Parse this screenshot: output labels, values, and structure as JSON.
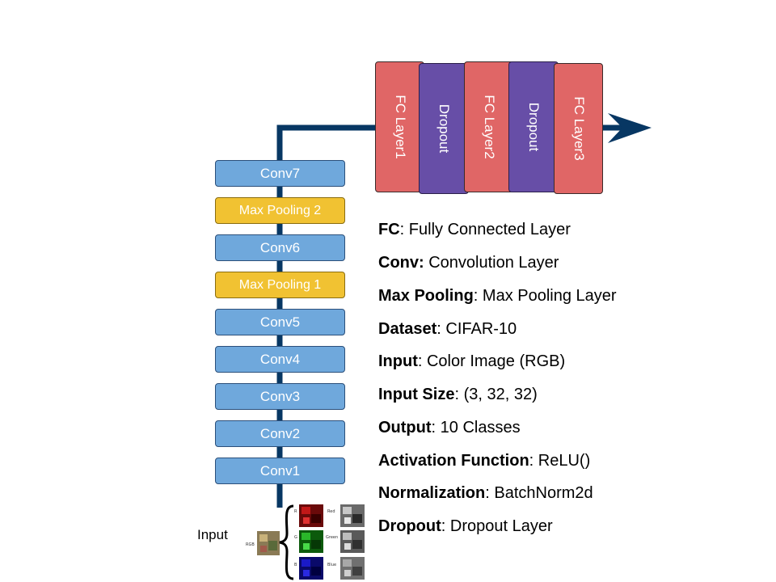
{
  "diagram": {
    "conv_stack": [
      {
        "label": "Conv7",
        "kind": "conv"
      },
      {
        "label": "Max Pooling 2",
        "kind": "pool"
      },
      {
        "label": "Conv6",
        "kind": "conv"
      },
      {
        "label": "Max Pooling 1",
        "kind": "pool"
      },
      {
        "label": "Conv5",
        "kind": "conv"
      },
      {
        "label": "Conv4",
        "kind": "conv"
      },
      {
        "label": "Conv3",
        "kind": "conv"
      },
      {
        "label": "Conv2",
        "kind": "conv"
      },
      {
        "label": "Conv1",
        "kind": "conv"
      }
    ],
    "fc_stack": [
      {
        "label": "FC Layer1",
        "kind": "fc"
      },
      {
        "label": "Dropout",
        "kind": "dropout"
      },
      {
        "label": "FC Layer2",
        "kind": "fc"
      },
      {
        "label": "Dropout",
        "kind": "dropout"
      },
      {
        "label": "FC Layer3",
        "kind": "fc"
      }
    ],
    "input_label": "Input",
    "input_image_labels": {
      "rgb": "RGB",
      "r": "R",
      "g": "G",
      "b": "B",
      "red": "Red",
      "green": "Green",
      "blue": "Blue"
    }
  },
  "legend": [
    {
      "term": "FC",
      "desc": ": Fully Connected Layer"
    },
    {
      "term": "Conv:",
      "desc": " Convolution Layer"
    },
    {
      "term": "Max Pooling",
      "desc": ": Max Pooling Layer"
    },
    {
      "term": "Dataset",
      "desc": ": CIFAR-10"
    },
    {
      "term": "Input",
      "desc": ": Color Image (RGB)"
    },
    {
      "term": "Input Size",
      "desc": ": (3, 32, 32)"
    },
    {
      "term": "Output",
      "desc": ": 10 Classes"
    },
    {
      "term": "Activation Function",
      "desc": ": ReLU()"
    },
    {
      "term": "Normalization",
      "desc": ": BatchNorm2d"
    },
    {
      "term": "Dropout",
      "desc": ": Dropout Layer"
    }
  ],
  "colors": {
    "conv": "#6fa8dc",
    "pool": "#f1c232",
    "fc": "#e06666",
    "dropout": "#674ea7",
    "flow_line": "#073763"
  }
}
